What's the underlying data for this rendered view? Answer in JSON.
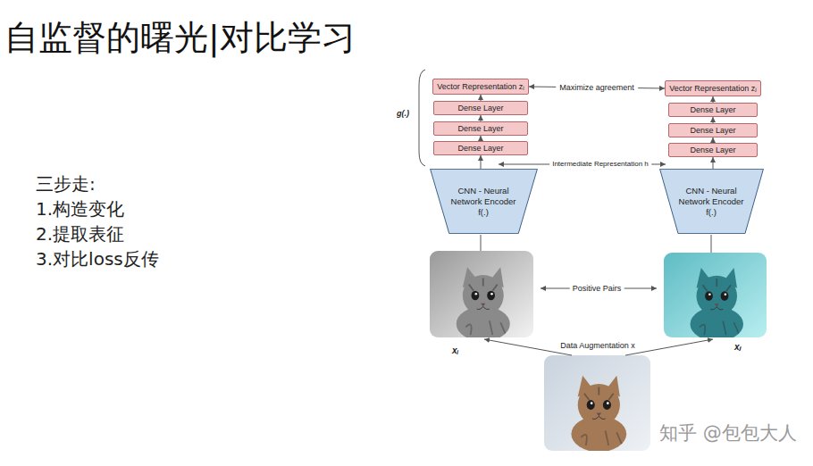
{
  "diagram": {
    "title": "自监督的曙光|对比学习",
    "nodes": [
      {
        "text": [
          "Vector Representation zᵢ"
        ]
      },
      {
        "text": [
          "Vector Representation zⱼ"
        ]
      },
      {
        "text": [
          "Dense Layer"
        ]
      },
      {
        "text": [
          "Dense Layer"
        ]
      },
      {
        "text": [
          "Dense Layer"
        ]
      },
      {
        "text": [
          "Dense Layer"
        ]
      },
      {
        "text": [
          "Dense Layer"
        ]
      },
      {
        "text": [
          "Dense Layer"
        ]
      },
      {
        "text": [
          "CNN - Neural Network Encoder f(.)"
        ]
      },
      {
        "text": [
          "CNN - Neural Network Encoder f(.)"
        ]
      }
    ],
    "edges": [
      {
        "from": 8,
        "to": 6,
        "arrow": "to"
      },
      {
        "from": 6,
        "to": 4,
        "arrow": "to"
      },
      {
        "from": 4,
        "to": 2,
        "arrow": "to"
      },
      {
        "from": 2,
        "to": 0,
        "arrow": "to"
      },
      {
        "from": 9,
        "to": 7,
        "arrow": "to"
      },
      {
        "from": 7,
        "to": 5,
        "arrow": "to"
      },
      {
        "from": 5,
        "to": 3,
        "arrow": "to"
      },
      {
        "from": 3,
        "to": 1,
        "arrow": "to"
      },
      {
        "from": 0,
        "to": 1,
        "label": "Maximize agreement",
        "arrow": "both"
      }
    ],
    "labels": [
      "三步走:",
      "1.构造变化",
      "2.提取表征",
      "3.对比loss反传",
      "g(.)",
      "Intermediate Representation h",
      "Positive Pairs",
      "xᵢ",
      "xⱼ",
      "Data Augmentation x",
      "知乎 @包包大人"
    ]
  }
}
